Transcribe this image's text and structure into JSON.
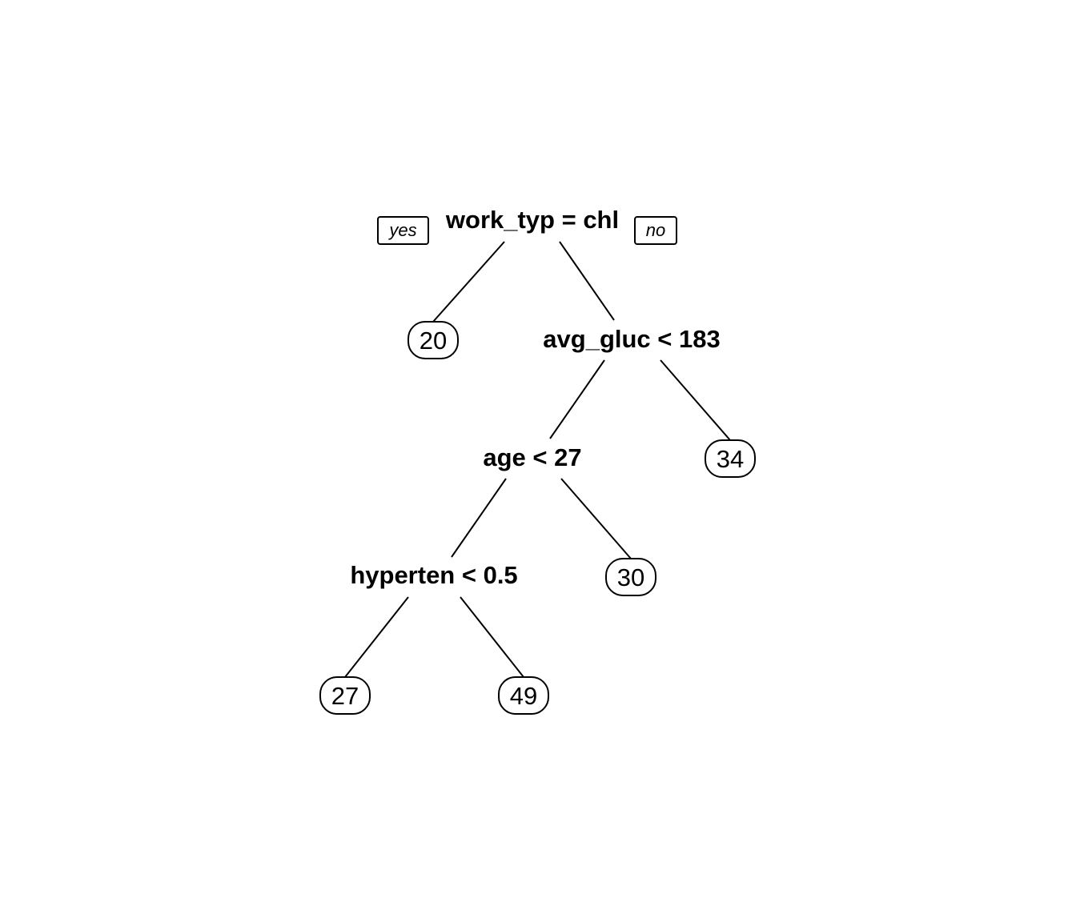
{
  "tree": {
    "branch_labels": {
      "yes": "yes",
      "no": "no"
    },
    "nodes": [
      {
        "id": "root",
        "kind": "split",
        "label": "work_typ = chl"
      },
      {
        "id": "leaf-20",
        "kind": "leaf",
        "label": "20",
        "parent": "root",
        "side": "yes"
      },
      {
        "id": "avg-gluc",
        "kind": "split",
        "label": "avg_gluc < 183",
        "parent": "root",
        "side": "no"
      },
      {
        "id": "age",
        "kind": "split",
        "label": "age < 27",
        "parent": "avg-gluc",
        "side": "yes"
      },
      {
        "id": "leaf-34",
        "kind": "leaf",
        "label": "34",
        "parent": "avg-gluc",
        "side": "no"
      },
      {
        "id": "hyperten",
        "kind": "split",
        "label": "hyperten < 0.5",
        "parent": "age",
        "side": "yes"
      },
      {
        "id": "leaf-30",
        "kind": "leaf",
        "label": "30",
        "parent": "age",
        "side": "no"
      },
      {
        "id": "leaf-27",
        "kind": "leaf",
        "label": "27",
        "parent": "hyperten",
        "side": "yes"
      },
      {
        "id": "leaf-49",
        "kind": "leaf",
        "label": "49",
        "parent": "hyperten",
        "side": "no"
      }
    ]
  }
}
